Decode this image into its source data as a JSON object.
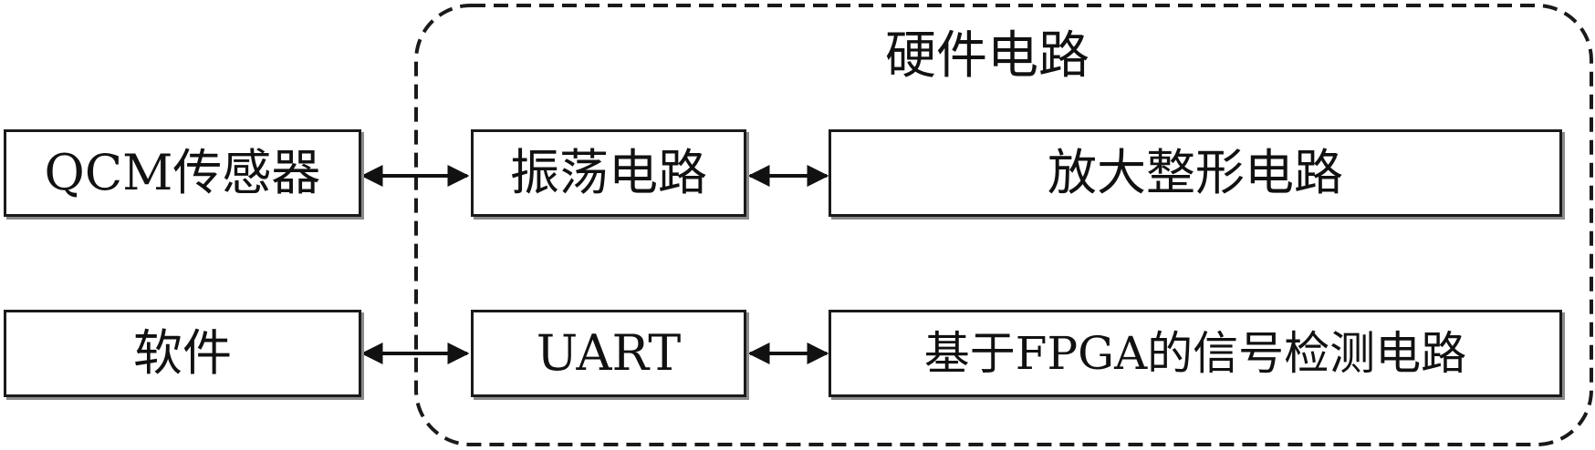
{
  "hardware_group": {
    "title": "硬件电路"
  },
  "nodes": {
    "qcm_sensor": "QCM传感器",
    "oscillator": "振荡电路",
    "amplifier": "放大整形电路",
    "software": "软件",
    "uart": "UART",
    "fpga_detector": "基于FPGA的信号检测电路"
  },
  "connections": [
    {
      "from": "qcm_sensor",
      "to": "oscillator",
      "direction": "bidirectional"
    },
    {
      "from": "oscillator",
      "to": "amplifier",
      "direction": "bidirectional"
    },
    {
      "from": "software",
      "to": "uart",
      "direction": "bidirectional"
    },
    {
      "from": "uart",
      "to": "fpga_detector",
      "direction": "bidirectional"
    }
  ]
}
